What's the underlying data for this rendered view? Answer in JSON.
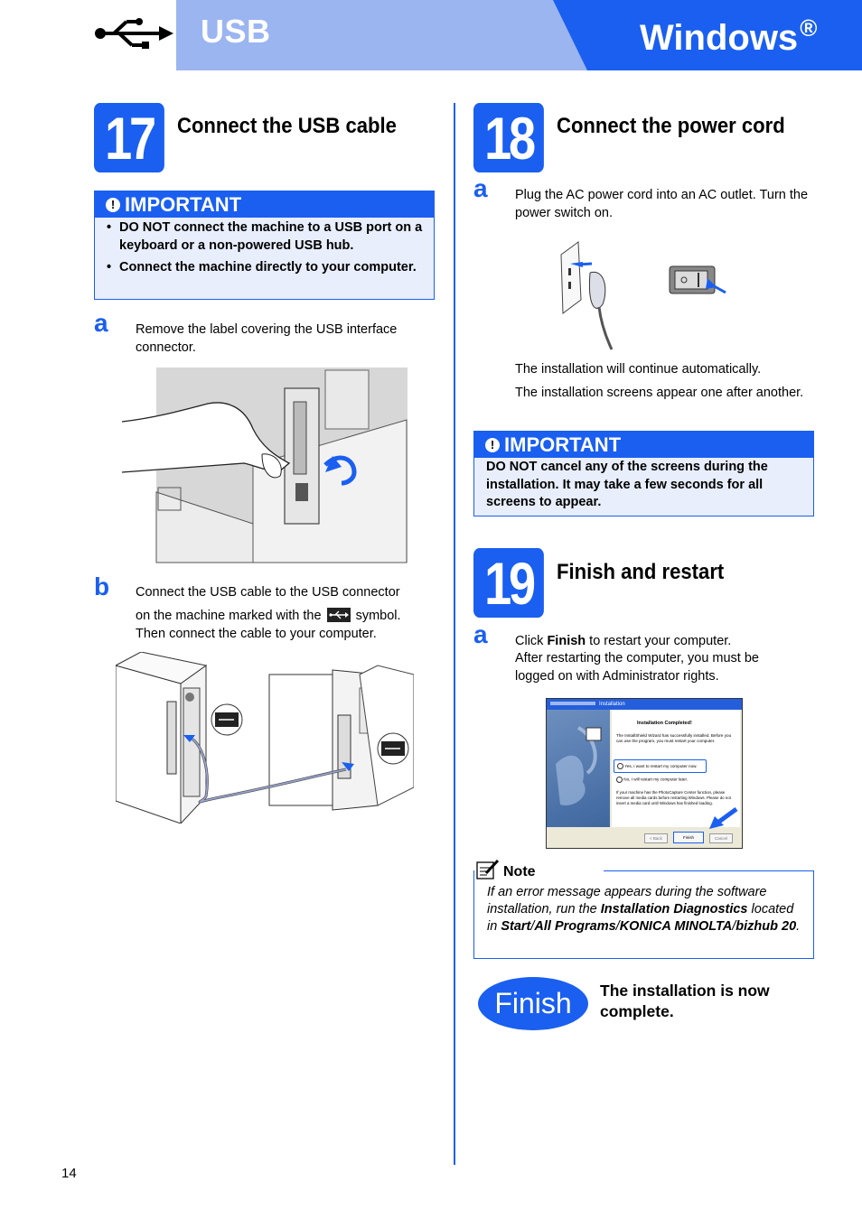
{
  "header": {
    "usb_title": "USB",
    "os_title": "Windows",
    "os_reg": "®"
  },
  "step17": {
    "number": "17",
    "title": "Connect the USB cable",
    "important": {
      "label": "IMPORTANT",
      "bullets": [
        "DO NOT connect the machine to a USB port on a keyboard or a non-powered USB hub.",
        "Connect the machine directly to your computer."
      ]
    },
    "a": {
      "letter": "a",
      "text": "Remove the label covering the USB interface connector."
    },
    "b": {
      "letter": "b",
      "text1": "Connect the USB cable to the USB connector",
      "text2a": "on the machine marked with the",
      "text2b": "symbol.",
      "text3": "Then connect the cable to your computer."
    }
  },
  "step18": {
    "number": "18",
    "title": "Connect the power cord",
    "a": {
      "letter": "a",
      "text": "Plug the AC power cord into an AC outlet. Turn the power switch on.",
      "after1": "The installation will continue automatically.",
      "after2": "The installation screens appear one after another."
    },
    "important": {
      "label": "IMPORTANT",
      "text": "DO NOT cancel any of the screens during the installation. It may take a few seconds for all screens to appear."
    }
  },
  "step19": {
    "number": "19",
    "title": "Finish and restart",
    "a": {
      "letter": "a",
      "text_pre": "Click ",
      "text_bold": "Finish",
      "text_post": " to restart your computer.",
      "text2": "After restarting the computer, you must be logged on with Administrator rights."
    },
    "dialog": {
      "title": "Installation",
      "heading": "Installation Completed!",
      "body": "The InstallShield Wizard has successfully installed. Before you can use the program, you must restart your computer.",
      "opt_yes": "Yes, I want to restart my computer now.",
      "opt_no": "No, I will restart my computer later.",
      "footer": "If your machine has the PhotoCapture Center function, please remove all media cards before restarting Windows. Please do not insert a media card until Windows has finished loading.",
      "btn_back": "< Back",
      "btn_finish": "Finish",
      "btn_cancel": "Cancel"
    },
    "note": {
      "label": "Note",
      "t1": "If an error message appears during the software installation, run the ",
      "b1": "Installation Diagnostics",
      "t2": " located in ",
      "b2": "Start",
      "t3": "/",
      "b3": "All Programs",
      "t4": "/",
      "b4": "KONICA MINOLTA",
      "t5": "/",
      "b5": "bizhub 20",
      "t6": "."
    }
  },
  "finish": {
    "label": "Finish",
    "text": "The installation is now complete."
  },
  "page_number": "14",
  "colors": {
    "accent": "#1a5ff0",
    "light_band": "#9bb5f0",
    "important_bg": "#e8eefc"
  }
}
